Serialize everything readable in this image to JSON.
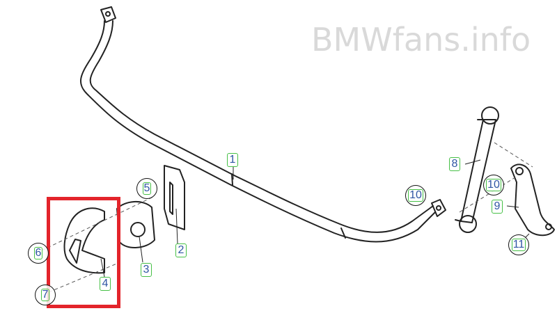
{
  "watermark": "BMWfans.info",
  "callouts": {
    "c1": "1",
    "c2": "2",
    "c3": "3",
    "c4": "4",
    "c5": "5",
    "c6": "6",
    "c7": "7",
    "c8": "8",
    "c9": "9",
    "c10a": "10",
    "c10b": "10",
    "c11": "11"
  },
  "colors": {
    "label_text": "#2f55a4",
    "label_border": "#46c046",
    "highlight": "#e3242b",
    "watermark": "#d9d9d9"
  }
}
